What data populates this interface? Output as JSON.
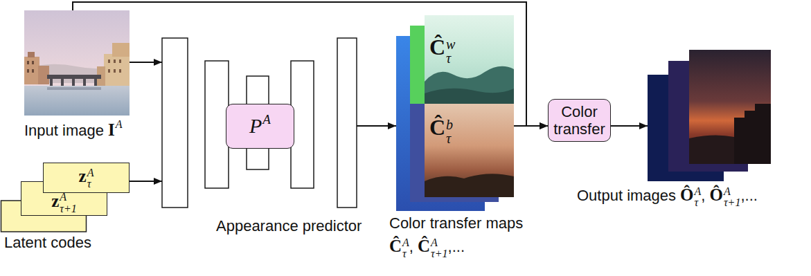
{
  "diagram": {
    "nodes": [
      {
        "text": [
          "Input image",
          "I",
          "A"
        ]
      },
      {
        "text": [
          "z",
          "A",
          "τ"
        ]
      },
      {
        "text": [
          "z",
          "A",
          "τ+1"
        ]
      },
      {
        "text": [
          "Appearance predictor"
        ]
      },
      {
        "text": [
          "P",
          "A"
        ],
        "in": 3
      },
      {
        "text": [
          "Color transfer maps",
          "Ĉ",
          "A",
          "τ",
          ",",
          "Ĉ",
          "A",
          "τ+1",
          ",..."
        ]
      },
      {
        "text": [
          "Ĉ",
          "w",
          "τ"
        ],
        "in": 5
      },
      {
        "text": [
          "Ĉ",
          "b",
          "τ"
        ],
        "in": 5
      },
      {
        "text": [
          "Color transfer"
        ]
      },
      {
        "text": [
          "Output images",
          "Ô",
          "A",
          "τ",
          ",",
          "Ô",
          "A",
          "τ+1",
          ",..."
        ]
      }
    ],
    "edges": [
      {
        "from": 0,
        "to": 3,
        "arrow": "to"
      },
      {
        "from": 1,
        "to": 3,
        "arrow": "to"
      },
      {
        "from": 3,
        "to": 5,
        "arrow": "to"
      },
      {
        "from": 5,
        "to": 8,
        "arrow": "to"
      },
      {
        "from": 0,
        "to": 8,
        "arrow": "to"
      },
      {
        "from": 8,
        "to": 9,
        "arrow": "to"
      }
    ],
    "labels": [
      "Latent codes"
    ]
  }
}
